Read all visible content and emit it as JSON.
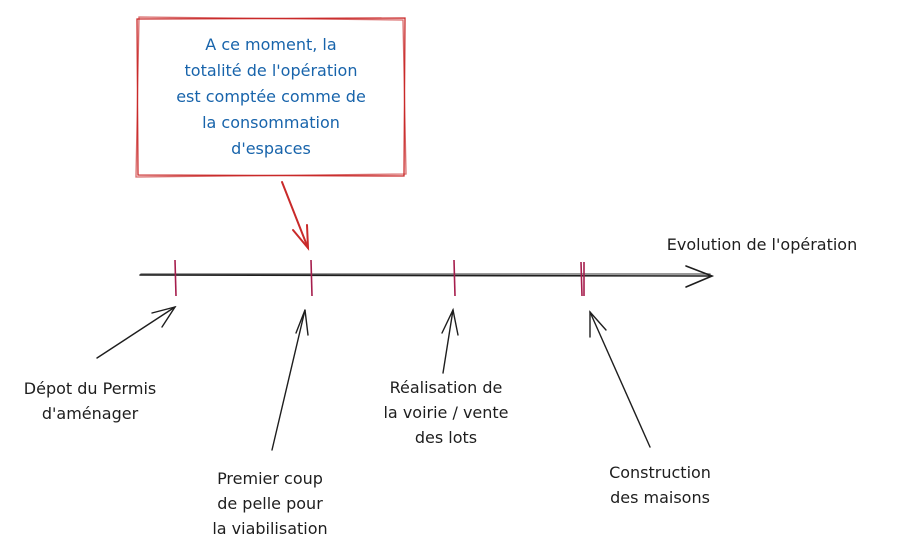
{
  "note": {
    "lines": [
      "A ce moment, la",
      "totalité de l'opération",
      "est comptée comme de",
      "la consommation",
      "d'espaces"
    ]
  },
  "timeline": {
    "label": "Evolution de l'opération"
  },
  "milestones": [
    {
      "lines": [
        "Dépot du Permis",
        "d'aménager"
      ]
    },
    {
      "lines": [
        "Premier coup",
        "de pelle pour",
        "la viabilisation"
      ]
    },
    {
      "lines": [
        "Réalisation de",
        "la voirie / vente",
        "des lots"
      ]
    },
    {
      "lines": [
        "Construction",
        "des maisons"
      ]
    }
  ],
  "colors": {
    "note_border": "#c92a2a",
    "note_text": "#1864ab",
    "tick": "#a61e4d",
    "ink": "#1e1e1e"
  }
}
